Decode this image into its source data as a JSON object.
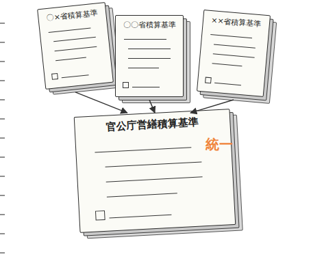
{
  "diagram": {
    "nodes": [
      {
        "text": [
          "〇×省積算基準"
        ]
      },
      {
        "text": [
          "〇〇省積算基準"
        ]
      },
      {
        "text": [
          "××省積算基準"
        ]
      },
      {
        "text": [
          "官公庁営繕積算基準"
        ]
      }
    ],
    "edges": [
      {
        "from": 0,
        "to": 3,
        "arrow": "to"
      },
      {
        "from": 1,
        "to": 3,
        "arrow": "to"
      },
      {
        "from": 2,
        "to": 3,
        "arrow": "to"
      }
    ],
    "labels": [
      "統一"
    ]
  }
}
